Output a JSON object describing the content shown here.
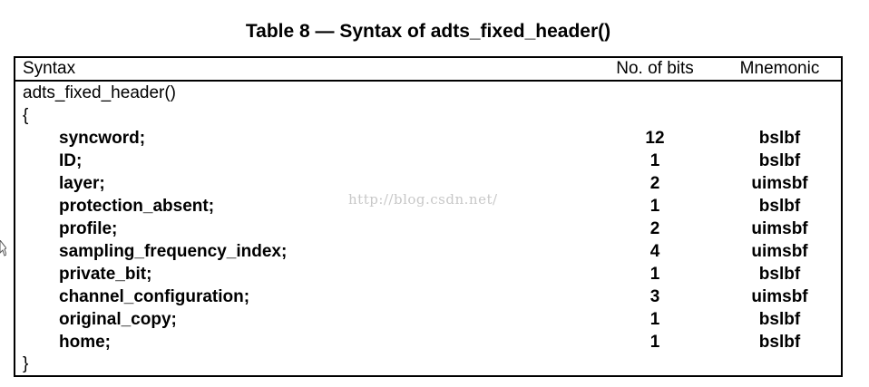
{
  "caption": "Table 8 — Syntax of adts_fixed_header()",
  "header": {
    "syntax": "Syntax",
    "bits": "No. of bits",
    "mnemonic": "Mnemonic"
  },
  "function_name": "adts_fixed_header()",
  "open_brace": "{",
  "close_brace": "}",
  "rows": [
    {
      "field": "syncword;",
      "bits": "12",
      "mnemonic": "bslbf"
    },
    {
      "field": "ID;",
      "bits": "1",
      "mnemonic": "bslbf"
    },
    {
      "field": "layer;",
      "bits": "2",
      "mnemonic": "uimsbf"
    },
    {
      "field": "protection_absent;",
      "bits": "1",
      "mnemonic": "bslbf"
    },
    {
      "field": "profile;",
      "bits": "2",
      "mnemonic": "uimsbf"
    },
    {
      "field": "sampling_frequency_index;",
      "bits": "4",
      "mnemonic": "uimsbf"
    },
    {
      "field": "private_bit;",
      "bits": "1",
      "mnemonic": "bslbf"
    },
    {
      "field": "channel_configuration;",
      "bits": "3",
      "mnemonic": "uimsbf"
    },
    {
      "field": "original_copy;",
      "bits": "1",
      "mnemonic": "bslbf"
    },
    {
      "field": "home;",
      "bits": "1",
      "mnemonic": "bslbf"
    }
  ],
  "watermark": "http://blog.csdn.net/",
  "icons": {
    "cursor": "mouse-cursor-icon"
  }
}
